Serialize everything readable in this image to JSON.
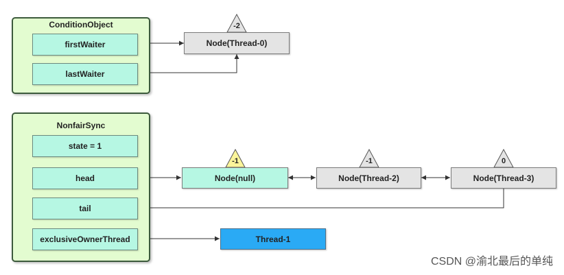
{
  "condition_object": {
    "title": "ConditionObject",
    "first_waiter": "firstWaiter",
    "last_waiter": "lastWaiter"
  },
  "nonfair_sync": {
    "title": "NonfairSync",
    "state": "state = 1",
    "head": "head",
    "tail": "tail",
    "exclusive_owner_thread": "exclusiveOwnerThread"
  },
  "nodes": {
    "waiter_node": {
      "label": "Node(Thread-0)",
      "status": "-2"
    },
    "null_node": {
      "label": "Node(null)",
      "status": "-1"
    },
    "thread2_node": {
      "label": "Node(Thread-2)",
      "status": "-1"
    },
    "thread3_node": {
      "label": "Node(Thread-3)",
      "status": "0"
    },
    "owner_thread": {
      "label": "Thread-1"
    }
  },
  "watermark": "CSDN @渝北最后的单纯",
  "colors": {
    "panel_bg": "#e3fcd0",
    "field_bg": "#b6f7e3",
    "node_gray": "#e4e4e4",
    "owner_blue": "#2aaaf5",
    "status_highlight": "#fbf59a"
  }
}
